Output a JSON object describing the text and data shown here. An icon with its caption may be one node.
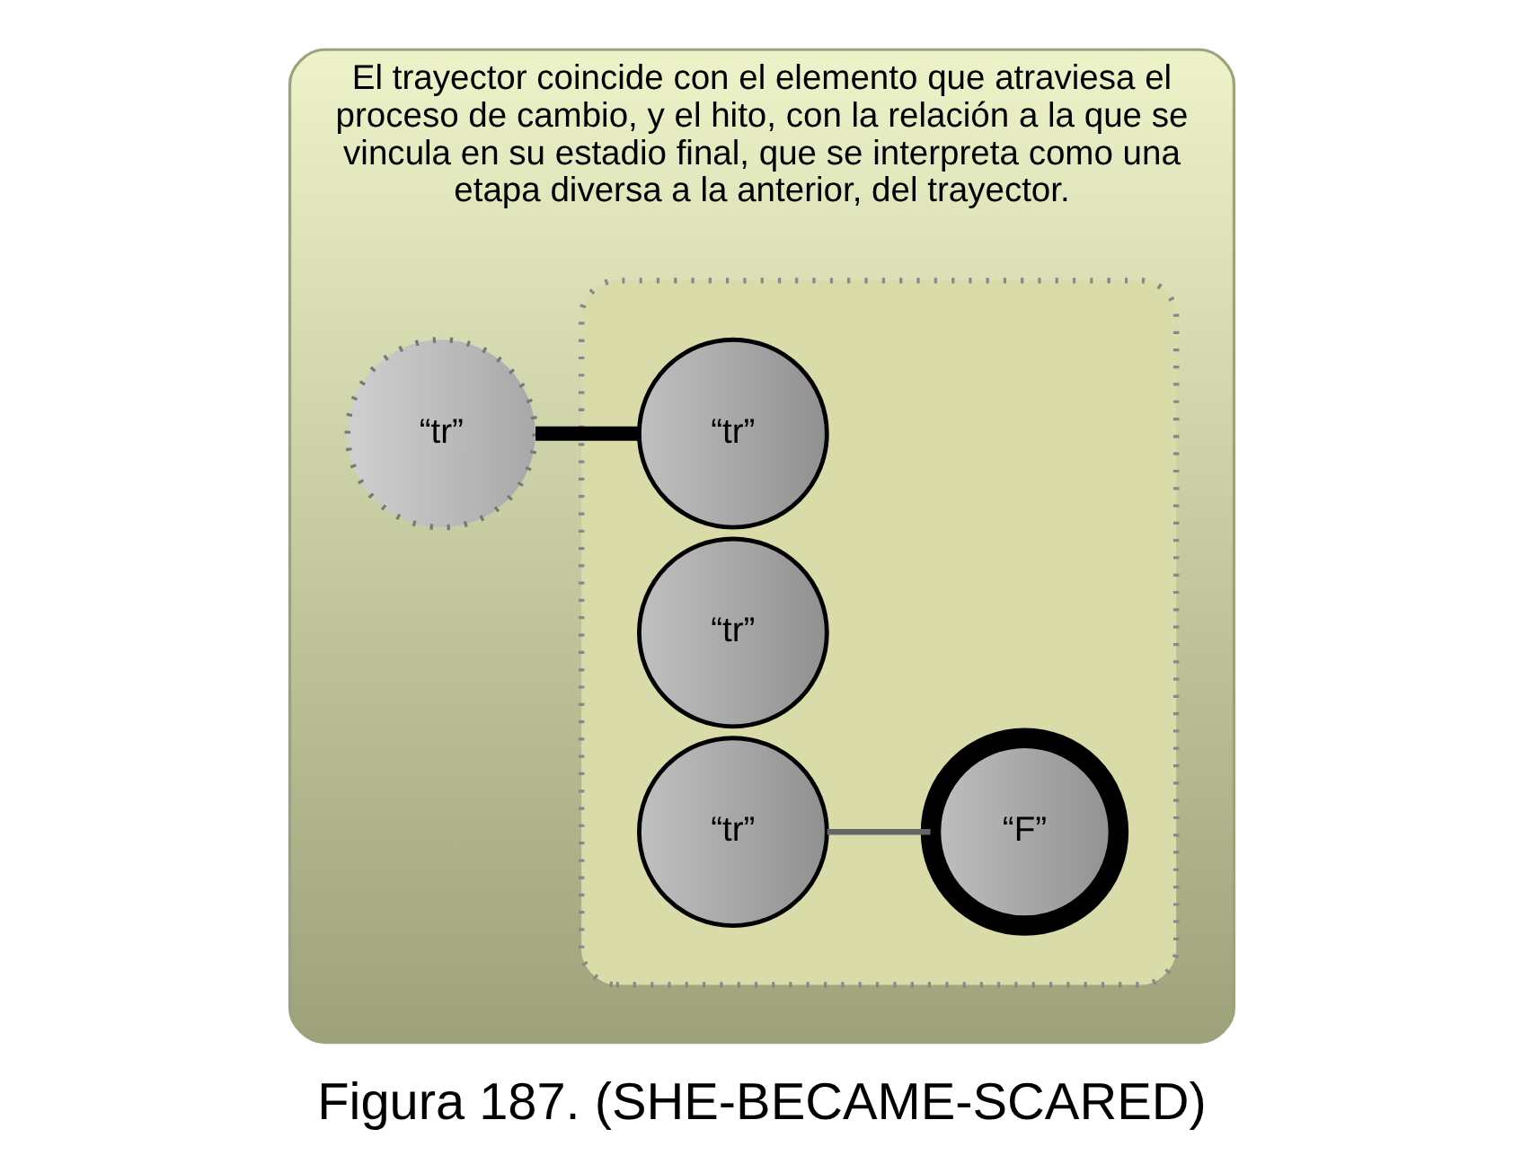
{
  "diagram": {
    "caption": "Figura 187. (SHE-BECAME-SCARED)",
    "nodes": [
      {
        "text": [
          "El trayector coincide con el elemento que atraviesa el proceso de cambio, y el hito, con la relación a la que se vincula en su estadio final, que se interpreta como una etapa diversa a la anterior, del trayector."
        ]
      },
      {
        "text": [],
        "shape": "box",
        "in": 0
      },
      {
        "text": [
          "“tr”"
        ],
        "in": 0
      },
      {
        "text": [
          "“tr”"
        ],
        "in": 1
      },
      {
        "text": [
          "“tr”"
        ],
        "in": 1
      },
      {
        "text": [
          "“tr”"
        ],
        "in": 1
      },
      {
        "text": [
          "“F”"
        ],
        "in": 1
      }
    ],
    "edges": [
      {
        "from": 2,
        "to": 3,
        "arrow": "none",
        "style": "thick"
      },
      {
        "from": 5,
        "to": 6,
        "arrow": "none",
        "color": "#666666"
      }
    ]
  }
}
